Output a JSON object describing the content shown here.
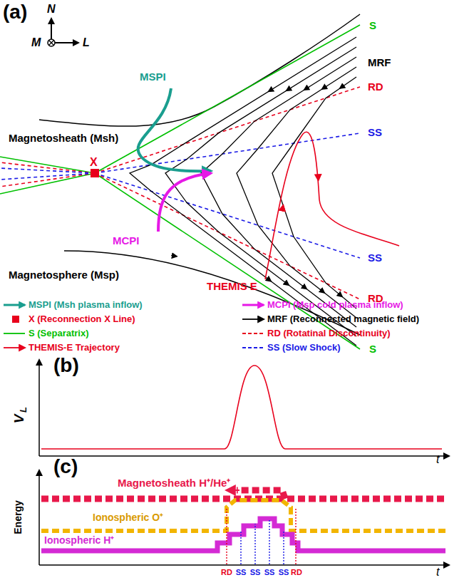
{
  "diagram": {
    "labels": [
      "(a)",
      "N",
      "M",
      "L",
      "Magnetosheath (Msh)",
      "Magnetosphere (Msp)",
      "MSPI",
      "MCPI",
      "X",
      "S",
      "MRF",
      "RD",
      "SS",
      "SS",
      "RD",
      "S",
      "THEMIS E",
      "(b)",
      "V",
      "L",
      "t",
      "(c)",
      "Energy",
      "Magnetosheath H⁺/He⁺",
      "Ionospheric O⁺",
      "Ionospheric H⁺",
      "RD",
      "SS",
      "SS",
      "SS",
      "SS",
      "RD",
      "t"
    ],
    "legend": [
      {
        "text": "MSPI (Msh plasma inflow)"
      },
      {
        "text": "MCPI (Msp cold plasma inflow)"
      },
      {
        "text": "X (Reconnection X Line)",
        "color": "#e8001c"
      },
      {
        "text": "MRF (Reconnected magnetic field)"
      },
      {
        "text": "S (Separatrix)"
      },
      {
        "text": "RD (Rotatinal Discontinuity)"
      },
      {
        "text": "THEMIS-E Trajectory"
      },
      {
        "text": "SS (Slow Shock)"
      }
    ]
  }
}
